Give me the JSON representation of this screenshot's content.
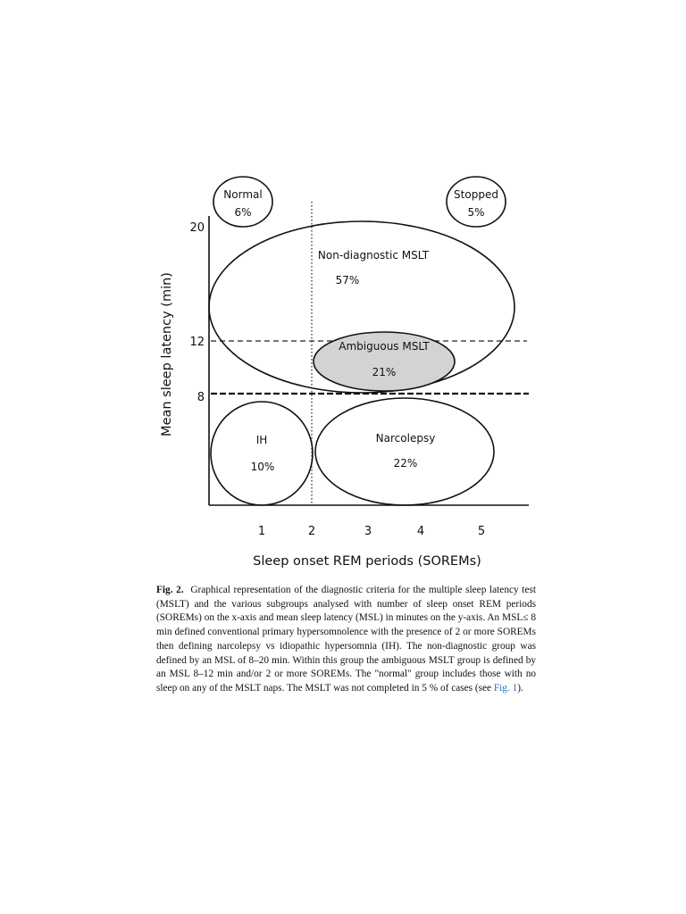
{
  "figure": {
    "y_axis_label": "Mean sleep latency (min)",
    "x_axis_label": "Sleep onset REM periods (SOREMs)",
    "y_ticks": [
      "20",
      "12",
      "8"
    ],
    "x_ticks": [
      "1",
      "2",
      "3",
      "4",
      "5"
    ],
    "groups": {
      "normal": {
        "name": "Normal",
        "percent": "6%"
      },
      "stopped": {
        "name": "Stopped",
        "percent": "5%"
      },
      "non_diagnostic": {
        "name": "Non-diagnostic MSLT",
        "percent": "57%"
      },
      "ambiguous": {
        "name": "Ambiguous MSLT",
        "percent": "21%"
      },
      "ih": {
        "name": "IH",
        "percent": "10%"
      },
      "narcolepsy": {
        "name": "Narcolepsy",
        "percent": "22%"
      }
    },
    "ambiguous_fill": "#d3d3d3"
  },
  "caption": {
    "label": "Fig. 2.",
    "text_before_link": "Graphical representation of the diagnostic criteria for the multiple sleep latency test (MSLT) and the various subgroups analysed with number of sleep onset REM periods (SOREMs) on the x-axis and mean sleep latency (MSL) in minutes on the y-axis. An MSL≤ 8 min defined conventional primary hypersomnolence with the presence of 2 or more SOREMs then defining narcolepsy vs idiopathic hypersomnia (IH). The non-diagnostic group was defined by an MSL of 8–20 min. Within this group the ambiguous MSLT group is defined by an MSL 8–12 min and/or 2 or more SOREMs. The \"normal\" group includes those with no sleep on any of the MSLT naps. The MSLT was not completed in 5 % of cases (see ",
    "link_text": "Fig. 1",
    "text_after_link": ")."
  }
}
